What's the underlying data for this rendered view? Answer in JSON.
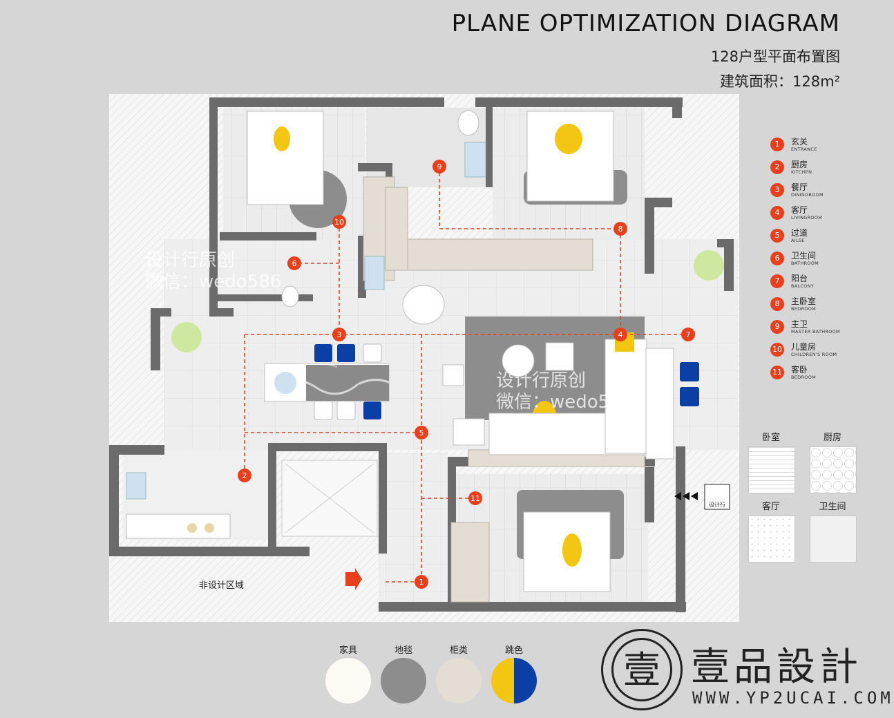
{
  "header": {
    "title": "PLANE OPTIMIZATION DIAGRAM",
    "subtitle": "128户型平面布置图",
    "area": "建筑面积：128m²"
  },
  "colors": {
    "wall": "#6b6b6b",
    "floor": "#f2f2f2",
    "route": "#e8401c",
    "accent_blue": "#0b3fa6",
    "accent_yellow": "#f3c613",
    "rug": "#8d8d8d",
    "cabinet": "#e3ddd4"
  },
  "legend": [
    {
      "num": "1",
      "cn": "玄关",
      "en": "ENTRANCE"
    },
    {
      "num": "2",
      "cn": "厨房",
      "en": "KITCHEN"
    },
    {
      "num": "3",
      "cn": "餐厅",
      "en": "DININGROOM"
    },
    {
      "num": "4",
      "cn": "客厅",
      "en": "LIVINGROOM"
    },
    {
      "num": "5",
      "cn": "过道",
      "en": "AILSE"
    },
    {
      "num": "6",
      "cn": "卫生间",
      "en": "BATHROOM"
    },
    {
      "num": "7",
      "cn": "阳台",
      "en": "BALCONY"
    },
    {
      "num": "8",
      "cn": "主卧室",
      "en": "BEDROOM"
    },
    {
      "num": "9",
      "cn": "主卫",
      "en": "MASTER BATHROOM"
    },
    {
      "num": "10",
      "cn": "儿童房",
      "en": "CHILDREN'S ROOM"
    },
    {
      "num": "11",
      "cn": "客卧",
      "en": "BEDROOM"
    }
  ],
  "materials": [
    {
      "label": "卧室",
      "pattern": "lines"
    },
    {
      "label": "厨房",
      "pattern": "hex"
    },
    {
      "label": "客厅",
      "pattern": "dots"
    },
    {
      "label": "卫生间",
      "pattern": "plain"
    }
  ],
  "palette": [
    {
      "label": "家具",
      "color": "#fbfaf3"
    },
    {
      "label": "地毯",
      "color": "#8d8d8d"
    },
    {
      "label": "柜类",
      "color": "#e3ddd4"
    },
    {
      "label": "跳色",
      "color": "#f3c613",
      "color2": "#0b3fa6"
    }
  ],
  "plan": {
    "non_design_label": "非设计区域",
    "stamp_label": "设计行",
    "watermark_lines": [
      "设计行原创",
      "微信：wedo586"
    ]
  },
  "markers": [
    "1",
    "2",
    "3",
    "4",
    "5",
    "6",
    "7",
    "8",
    "9",
    "10",
    "11"
  ],
  "brand": {
    "logo_char": "壹",
    "name": "壹品設計",
    "url": "WWW.YP2UCAI.COM"
  }
}
